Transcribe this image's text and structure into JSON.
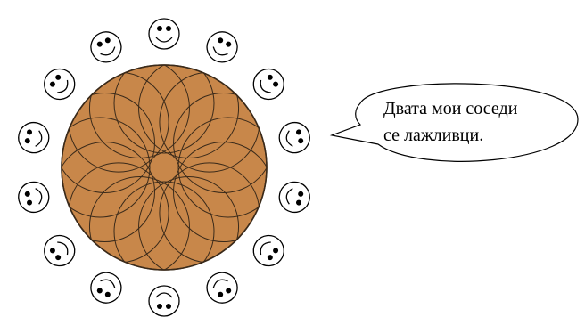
{
  "speech_bubble": {
    "line1": "Двата мои соседи",
    "line2": "се лажливци."
  },
  "table": {
    "color": "#C8874A",
    "pattern_color": "#3a2a1a"
  },
  "faces": {
    "count": 14,
    "icon": "smiley-face-icon",
    "stroke": "#000000",
    "fill": "#ffffff"
  }
}
